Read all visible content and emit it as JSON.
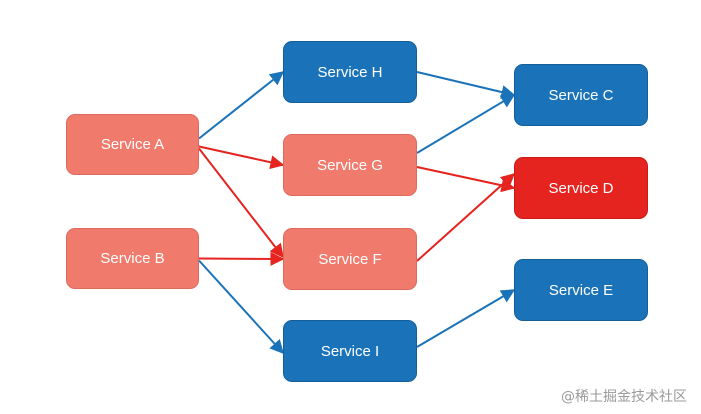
{
  "nodes": {
    "a": "Service A",
    "b": "Service B",
    "c": "Service C",
    "d": "Service D",
    "e": "Service E",
    "f": "Service F",
    "g": "Service G",
    "h": "Service H",
    "i": "Service I"
  },
  "edges": [
    {
      "from": "a",
      "to": "h",
      "color": "blue"
    },
    {
      "from": "a",
      "to": "g",
      "color": "red"
    },
    {
      "from": "a",
      "to": "f",
      "color": "red"
    },
    {
      "from": "b",
      "to": "f",
      "color": "red"
    },
    {
      "from": "b",
      "to": "i",
      "color": "blue"
    },
    {
      "from": "h",
      "to": "c",
      "color": "blue"
    },
    {
      "from": "g",
      "to": "c",
      "color": "blue"
    },
    {
      "from": "g",
      "to": "d",
      "color": "red"
    },
    {
      "from": "f",
      "to": "d",
      "color": "red"
    },
    {
      "from": "i",
      "to": "e",
      "color": "blue"
    }
  ],
  "colors": {
    "blue": "#1a73b8",
    "red": "#e5231f",
    "salmon": "#f07a6c"
  },
  "watermark": "@稀土掘金技术社区"
}
